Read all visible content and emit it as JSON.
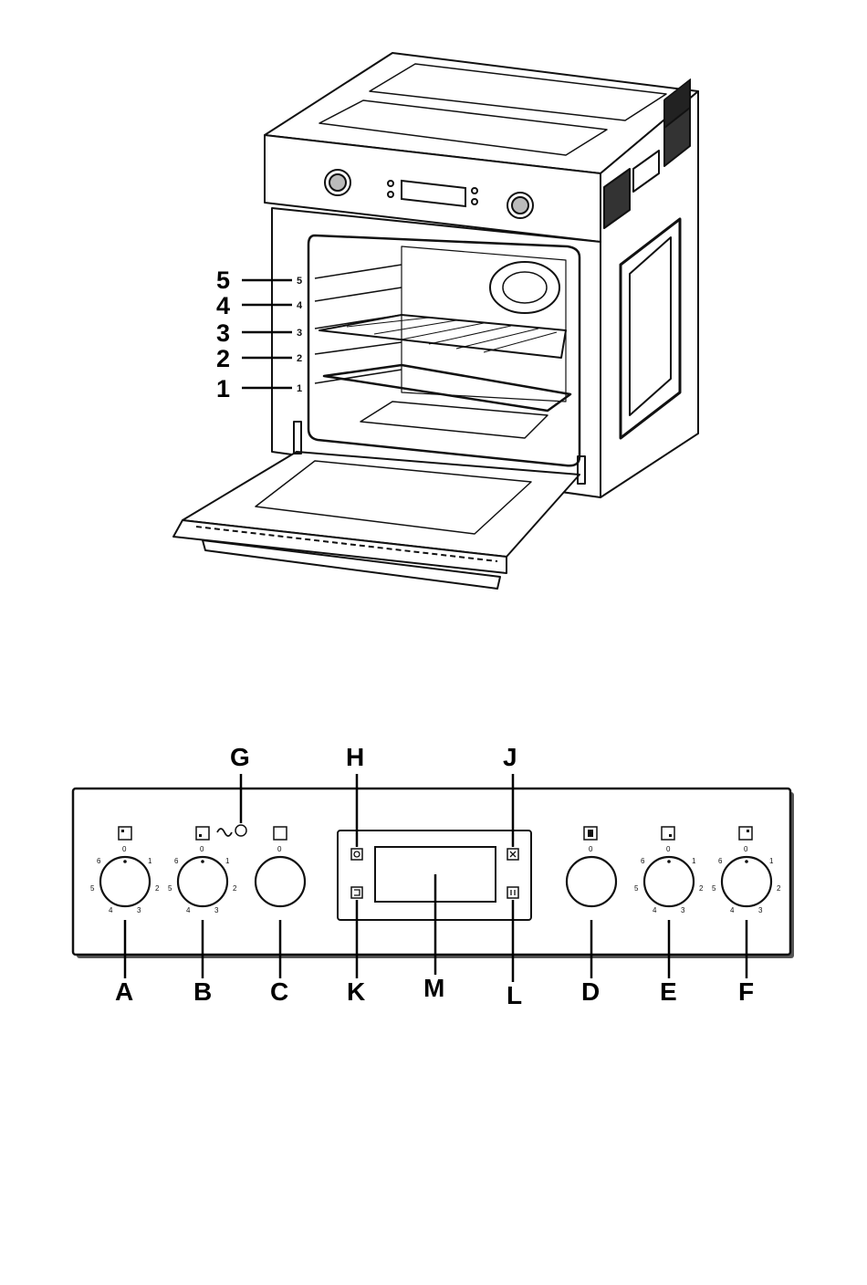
{
  "oven": {
    "shelf_positions": [
      "5",
      "4",
      "3",
      "2",
      "1"
    ],
    "inner_shelf_marks": [
      "5",
      "4",
      "3",
      "2",
      "1"
    ]
  },
  "panel": {
    "top_callouts": {
      "g": "G",
      "h": "H",
      "j": "J"
    },
    "bottom_callouts": {
      "a": "A",
      "b": "B",
      "c": "C",
      "k": "K",
      "m": "M",
      "l": "L",
      "d": "D",
      "e": "E",
      "f": "F"
    },
    "knob_marks": {
      "zero": "0",
      "one": "1",
      "two": "2",
      "three": "3",
      "four": "4",
      "five": "5",
      "six": "6"
    }
  }
}
